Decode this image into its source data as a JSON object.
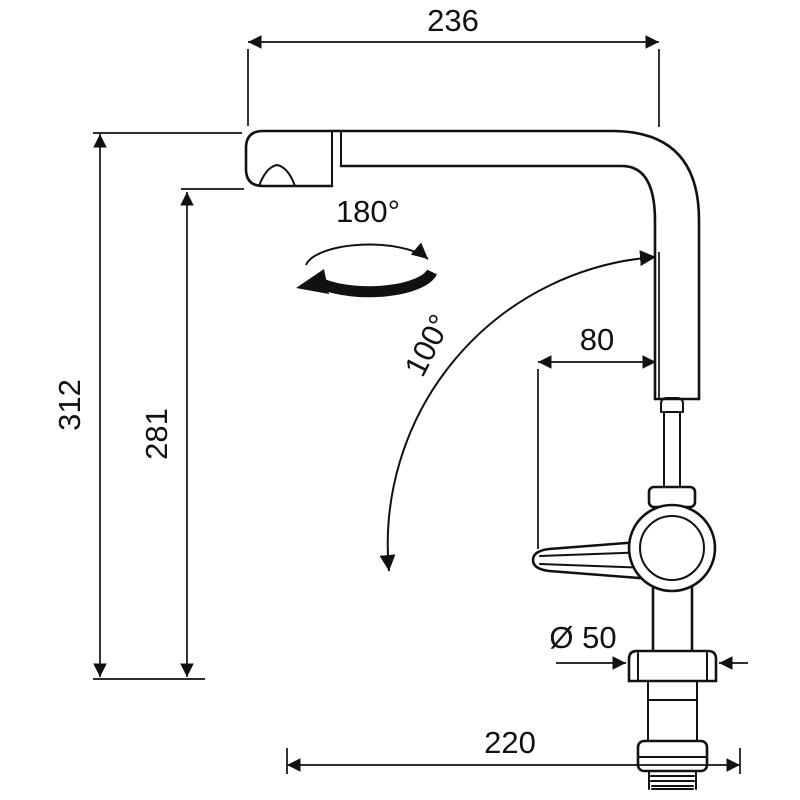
{
  "drawing": {
    "type": "faucet-technical-dimension-drawing",
    "dimensions": {
      "top_width": "236",
      "total_height": "312",
      "spout_height": "281",
      "swivel_rotation": "180°",
      "handle_angle": "100°",
      "spout_offset": "80",
      "base_diameter": "Ø 50",
      "base_width": "220"
    },
    "colors": {
      "line": "#111111",
      "background": "#ffffff"
    }
  }
}
